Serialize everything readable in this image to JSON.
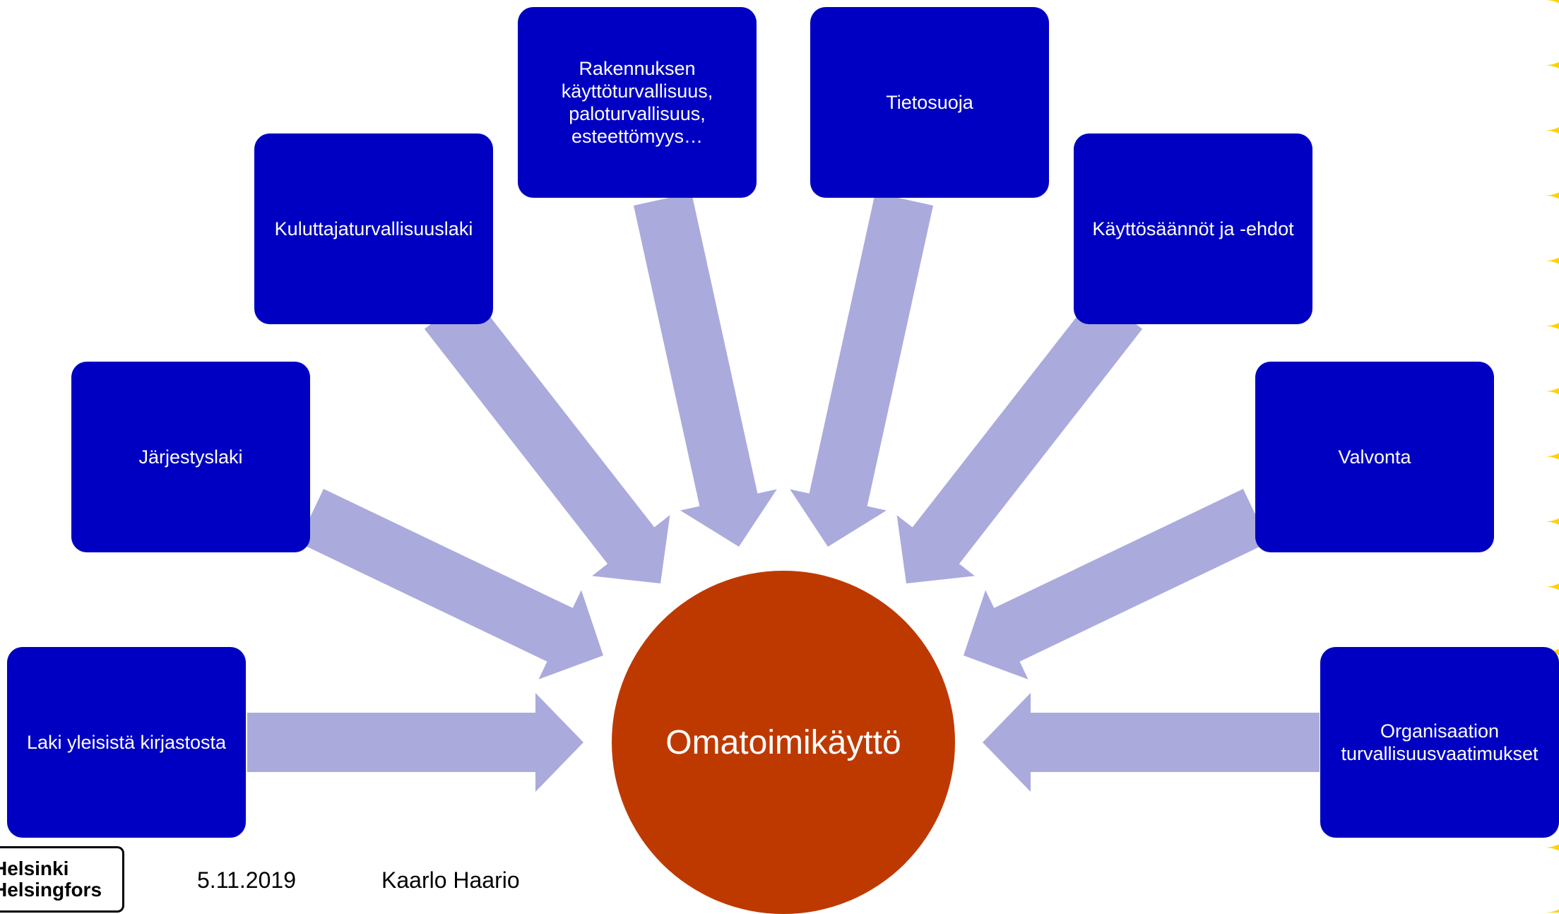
{
  "diagram": {
    "center": {
      "label": "Omatoimikäyttö"
    },
    "nodes": [
      {
        "id": "laki",
        "label": "Laki yleisistä kirjastosta"
      },
      {
        "id": "jarjestys",
        "label": "Järjestyslaki"
      },
      {
        "id": "kuluttaja",
        "label": "Kuluttajaturvallisuuslaki"
      },
      {
        "id": "rakennus",
        "label": "Rakennuksen\nkäyttöturvallisuus,\npaloturvallisuus,\nesteettömyys…"
      },
      {
        "id": "tietosuoja",
        "label": "Tietosuoja"
      },
      {
        "id": "kayttosaannot",
        "label": "Käyttösäännöt ja -ehdot"
      },
      {
        "id": "valvonta",
        "label": "Valvonta"
      },
      {
        "id": "organisaatio",
        "label": "Organisaation\nturvallisuusvaatimukset"
      }
    ]
  },
  "footer": {
    "date": "5.11.2019",
    "author": "Kaarlo Haario",
    "logo_line1": "Helsinki",
    "logo_line2": "Helsingfors"
  },
  "colors": {
    "node": "#0000c2",
    "center": "#be3900",
    "arrow": "#aaaadd",
    "accent": "#ffd200"
  }
}
